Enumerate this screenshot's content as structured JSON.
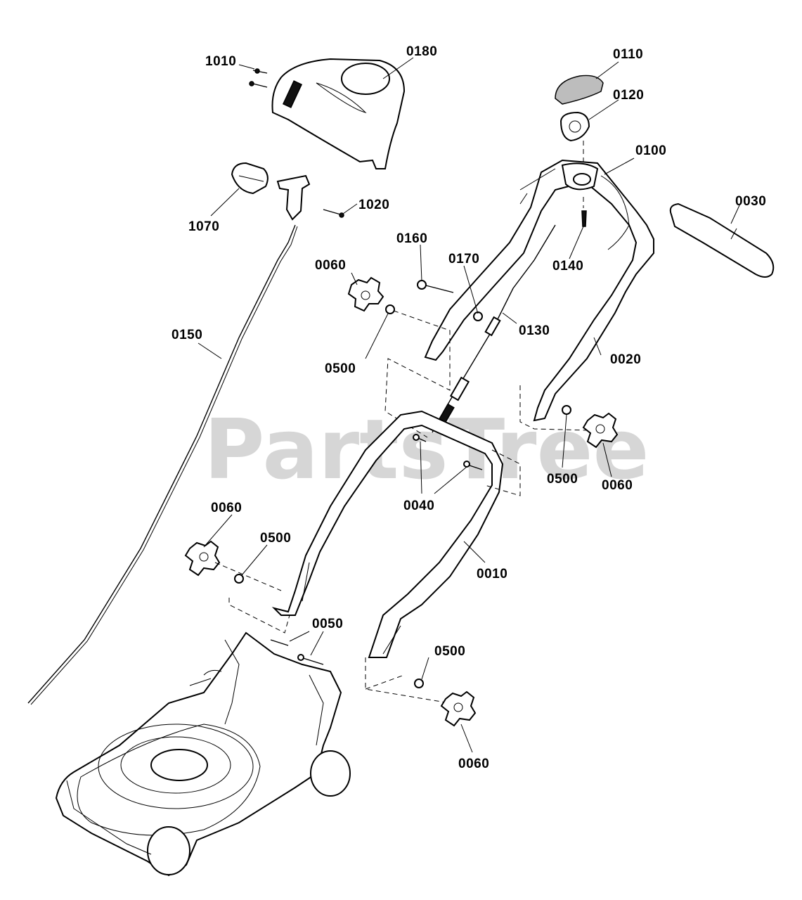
{
  "watermark": "PartsTree",
  "labels": {
    "l1010": "1010",
    "l0180": "0180",
    "l0110": "0110",
    "l0120": "0120",
    "l0100": "0100",
    "l0030": "0030",
    "l1020": "1020",
    "l1070": "1070",
    "l0160": "0160",
    "l0170": "0170",
    "l0140": "0140",
    "l0060a": "0060",
    "l0500a": "0500",
    "l0130": "0130",
    "l0020": "0020",
    "l0150": "0150",
    "l0500b": "0500",
    "l0060b": "0060",
    "l0040": "0040",
    "l0060c": "0060",
    "l0500c": "0500",
    "l0010": "0010",
    "l0050": "0050",
    "l0500d": "0500",
    "l0060d": "0060"
  }
}
